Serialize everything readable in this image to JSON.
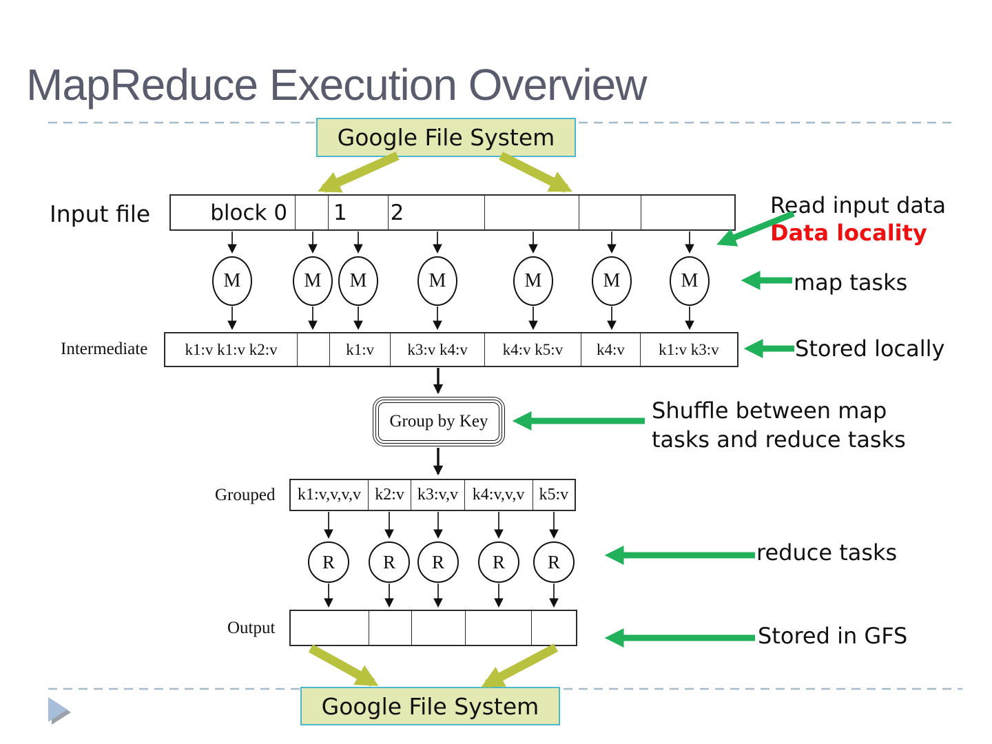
{
  "slide": {
    "title": "MapReduce Execution Overview"
  },
  "gfs_top": {
    "label": "Google File System"
  },
  "gfs_bottom": {
    "label": "Google File System"
  },
  "input_row": {
    "label": "Input file",
    "cells": [
      "block 0",
      "",
      "1",
      "2",
      "",
      "",
      ""
    ]
  },
  "map_tasks": {
    "letters": [
      "M",
      "M",
      "M",
      "M",
      "M",
      "M",
      "M"
    ]
  },
  "intermediate_row": {
    "label": "Intermediate",
    "cells": [
      "k1:v k1:v k2:v",
      "",
      "k1:v",
      "k3:v k4:v",
      "k4:v k5:v",
      "k4:v",
      "k1:v k3:v"
    ]
  },
  "group_by_key": {
    "label": "Group by Key"
  },
  "grouped_row": {
    "label": "Grouped",
    "cells": [
      "k1:v,v,v,v",
      "k2:v",
      "k3:v,v",
      "k4:v,v,v",
      "k5:v"
    ]
  },
  "reduce_tasks": {
    "letters": [
      "R",
      "R",
      "R",
      "R",
      "R"
    ]
  },
  "output_row": {
    "label": "Output",
    "cells": [
      "",
      "",
      "",
      "",
      ""
    ]
  },
  "annotations": {
    "read_input": "Read input data",
    "data_locality": "Data locality",
    "map_tasks": "map tasks",
    "stored_locally": "Stored locally",
    "shuffle_line1": "Shuffle between map",
    "shuffle_line2": "tasks and reduce tasks",
    "reduce_tasks": "reduce tasks",
    "stored_in_gfs": "Stored in GFS"
  },
  "colors": {
    "accent_green": "#20b15a",
    "accent_olive": "#b9c23e",
    "locality_red": "#ee1111",
    "gfs_fill": "#e4e8b2",
    "gfs_border": "#49b8cf",
    "title_gray": "#595c6c"
  }
}
